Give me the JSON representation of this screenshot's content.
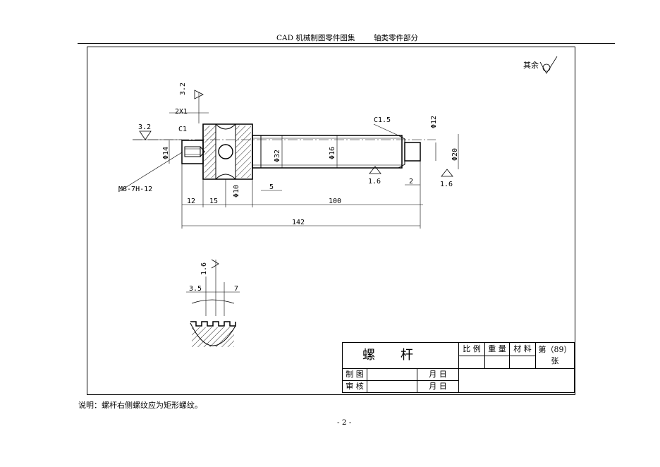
{
  "header": {
    "title": "CAD 机械制图零件图集",
    "section": "轴类零件部分"
  },
  "drawing": {
    "roughness_note": "其余",
    "dims": {
      "rough_top": "3.2",
      "chamfer_left": "2X1",
      "rough_left": "3.2",
      "chamfer_c1": "C1",
      "dia_14": "Φ14",
      "thread": "M8-7H-12",
      "dia_32": "Φ32",
      "dia_16": "Φ16",
      "dia_10": "Φ10",
      "dim_5": "5",
      "chamfer_c15": "C1.5",
      "dia_12": "Φ12",
      "dia_20": "Φ20",
      "rough_16a": "1.6",
      "dim_2": "2",
      "rough_16b": "1.6",
      "len_12": "12",
      "len_15": "15",
      "len_100": "100",
      "len_142": "142"
    },
    "detail": {
      "rough": "1.6",
      "dim_35": "3.5",
      "dim_7": "7"
    }
  },
  "title_block": {
    "part_name": "螺杆",
    "scale_label": "比 例",
    "weight_label": "重 量",
    "material_label": "材 料",
    "sheet": "第（89）张",
    "drawn_label": "制 图",
    "checked_label": "审 核",
    "date_label_1": "月  日",
    "date_label_2": "月  日"
  },
  "footer": {
    "note": "说明：螺杆右侧螺纹应为矩形螺纹。",
    "page": "- 2 -"
  }
}
